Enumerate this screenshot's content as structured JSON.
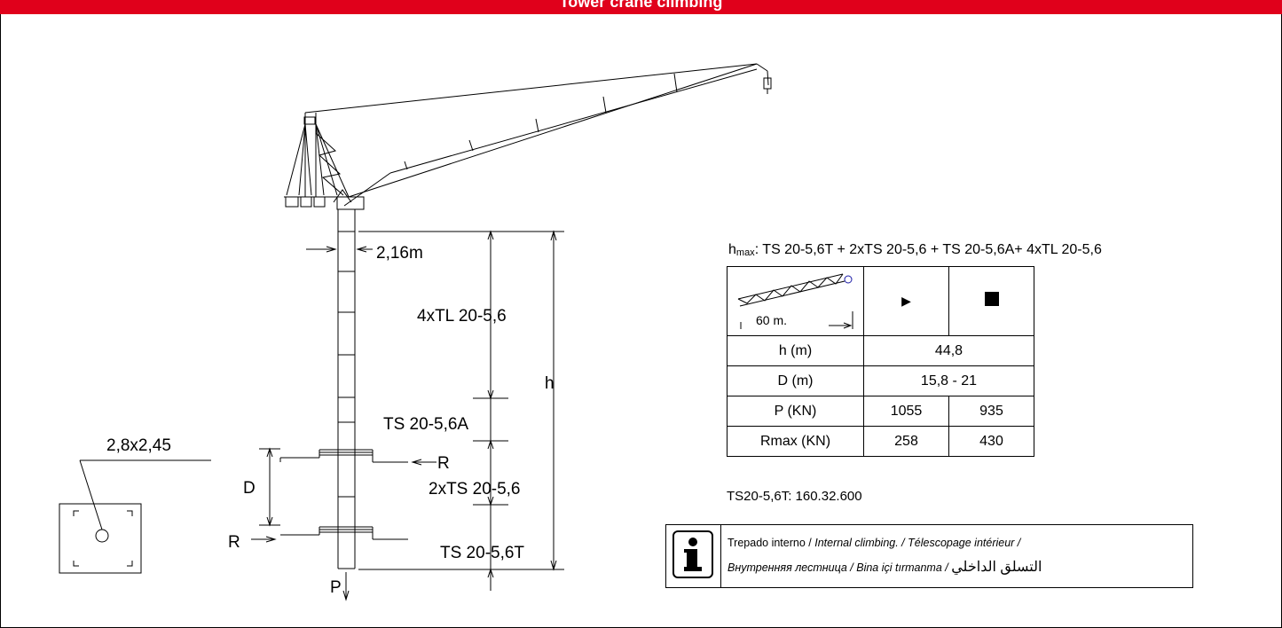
{
  "header": {
    "title": "Tower crane climbing"
  },
  "drawing": {
    "width_label": "2,16m",
    "sections": {
      "tl": "4xTL 20-5,6",
      "tsa": "TS 20-5,6A",
      "ts2": "2xTS 20-5,6",
      "tst": "TS 20-5,6T"
    },
    "h_label": "h",
    "d_label": "D",
    "r_upper": "R",
    "r_lower": "R",
    "p_label": "P",
    "base_dim": "2,8x2,45"
  },
  "hmax": {
    "prefix": "h",
    "sub": "max",
    "config": ": TS 20-5,6T + 2xTS 20-5,6 + TS 20-5,6A+ 4xTL 20-5,6"
  },
  "table": {
    "jib_length": "60 m.",
    "col_symbols": [
      "▶",
      "■"
    ],
    "rows": [
      {
        "label": "h (m)",
        "v1": "44,8"
      },
      {
        "label": "D (m)",
        "v1": "15,8 - 21"
      },
      {
        "label": "P (KN)",
        "v1": "1055",
        "v2": "935"
      },
      {
        "label": "Rmax (KN)",
        "v1": "258",
        "v2": "430"
      }
    ]
  },
  "code": "TS20-5,6T: 160.32.600",
  "info": {
    "line1_plain": "Trepado interno / ",
    "line1_italic": "Internal climbing. / Télescopage intérieur /",
    "line2_italic": "Внутренняя лестница / Bina içi tırmanma / ",
    "line2_arabic": "التسلق الداخلي"
  }
}
